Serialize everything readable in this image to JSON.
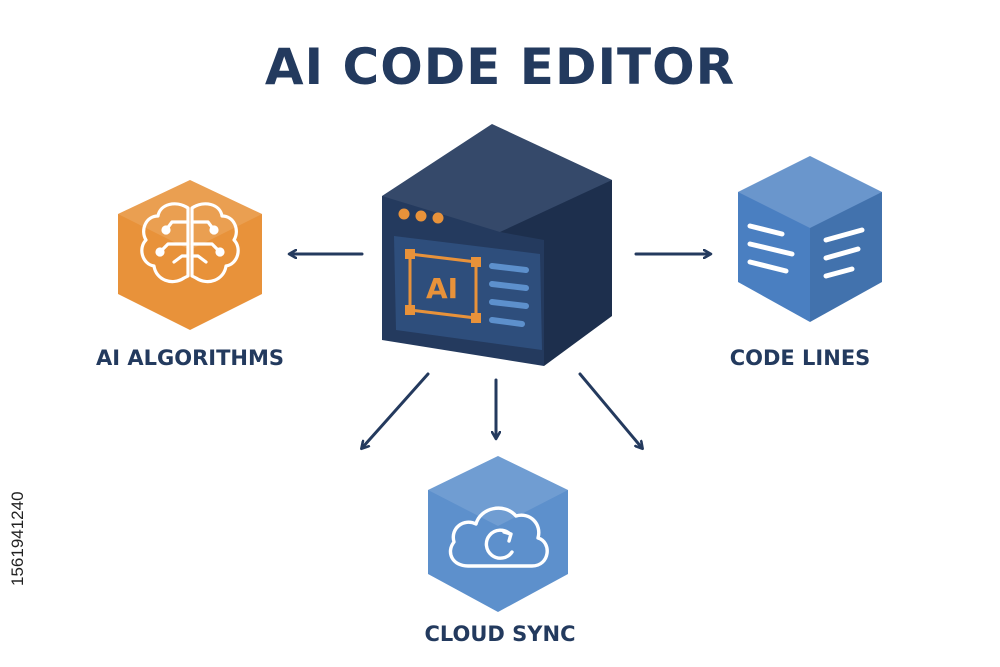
{
  "title": "AI CODE EDITOR",
  "center_badge": "AI",
  "nodes": {
    "left": "AI ALGORITHMS",
    "right": "CODE LINES",
    "bottom": "CLOUD SYNC"
  },
  "image_id": "1561941240",
  "icons": {
    "left": "brain-icon",
    "right": "text-lines-icon",
    "bottom": "cloud-sync-icon",
    "center": "editor-window-icon"
  },
  "colors": {
    "navy": "#243a5e",
    "orange": "#e8923a",
    "blue": "#4a7fc1",
    "light_blue": "#5d90cc",
    "text": "#233a5e"
  }
}
